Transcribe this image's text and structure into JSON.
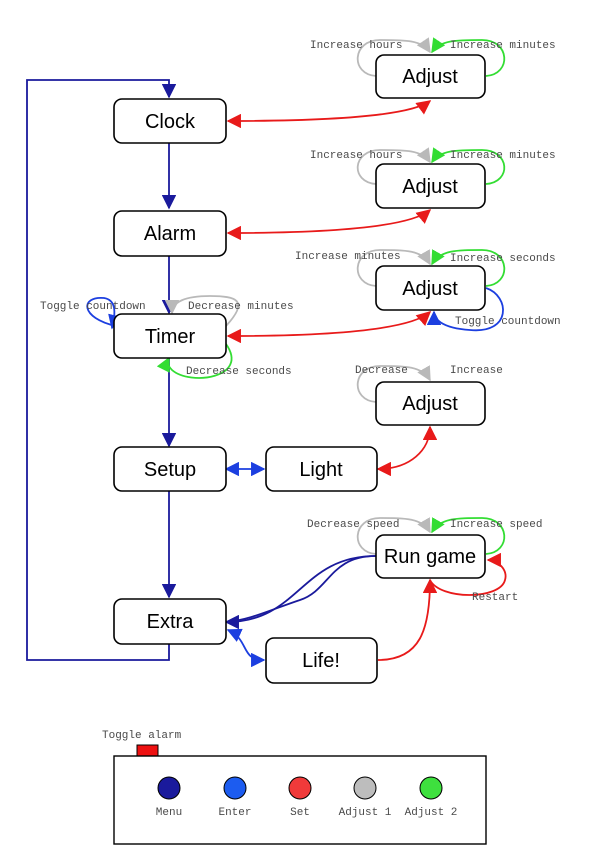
{
  "colors": {
    "menu": "#1a1a9c",
    "enter": "#1c3fe0",
    "set": "#e81a1a",
    "adjust1": "#b9b9b9",
    "adjust2": "#33dd33",
    "alarm_led": "#ee1111"
  },
  "nodes": {
    "clock": "Clock",
    "alarm": "Alarm",
    "timer": "Timer",
    "setup": "Setup",
    "extra": "Extra",
    "light": "Light",
    "life": "Life!",
    "run_game": "Run game",
    "adjust_clock": "Adjust",
    "adjust_alarm": "Adjust",
    "adjust_timer": "Adjust",
    "adjust_light": "Adjust"
  },
  "labels": {
    "clock_adjust_left": "Increase hours",
    "clock_adjust_right": "Increase minutes",
    "alarm_adjust_left": "Increase hours",
    "alarm_adjust_right": "Increase minutes",
    "timer_adjust_left": "Increase minutes",
    "timer_adjust_right": "Increase seconds",
    "timer_adjust_toggle": "Toggle countdown",
    "timer_toggle": "Toggle countdown",
    "timer_decrease_minutes": "Decrease minutes",
    "timer_decrease_seconds": "Decrease seconds",
    "light_adjust_left": "Decrease",
    "light_adjust_right": "Increase",
    "game_left": "Decrease speed",
    "game_right": "Increase speed",
    "game_restart": "Restart"
  },
  "device": {
    "toggle_alarm_label": "Toggle alarm",
    "buttons": [
      {
        "label": "Menu",
        "color": "#1a1a9c"
      },
      {
        "label": "Enter",
        "color": "#1c5cf0"
      },
      {
        "label": "Set",
        "color": "#f03a3a"
      },
      {
        "label": "Adjust 1",
        "color": "#bdbdbd"
      },
      {
        "label": "Adjust 2",
        "color": "#3ee03e"
      }
    ]
  }
}
